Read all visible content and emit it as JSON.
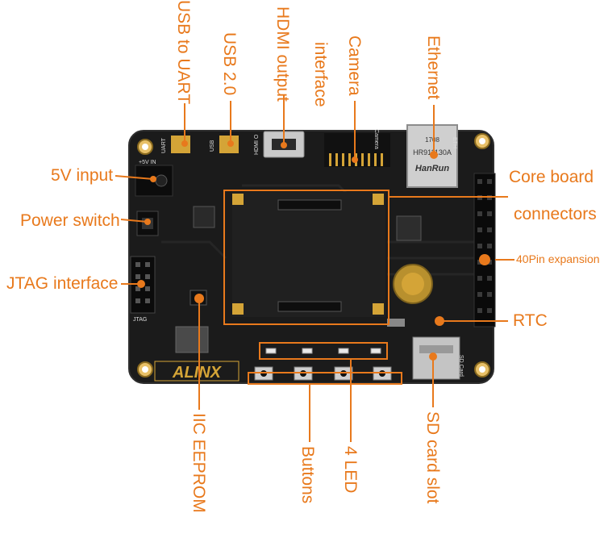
{
  "labels": {
    "usb_uart": "USB to UART",
    "usb2": "USB 2.0",
    "hdmi": "HDMI output",
    "camera_line1": "Camera",
    "camera_line2": "interface",
    "ethernet": "Ethernet",
    "input_5v": "5V input",
    "power_switch": "Power switch",
    "jtag": "JTAG interface",
    "core_line1": "Core board",
    "core_line2": "connectors",
    "expansion": "40Pin expansion",
    "rtc": "RTC",
    "eeprom": "IIC EEPROM",
    "buttons": "Buttons",
    "led": "4 LED",
    "sd": "SD card slot"
  },
  "board_marks": {
    "brand": "ALINX",
    "uart_tag": "UART",
    "usb_tag": "USB",
    "hdmi_tag": "HDMI O",
    "camera_tag": "Camera",
    "eth_tag": "ETH",
    "input_tag": "+5V IN",
    "jtag_tag": "JTAG",
    "sd_tag": "SD Card",
    "rj45_brand": "HanRun",
    "rj45_part": "HR911130A",
    "rj45_code": "1708"
  },
  "colors": {
    "accent": "#e8791c",
    "pcb": "#1b1b1b",
    "gold": "#d4a437"
  }
}
